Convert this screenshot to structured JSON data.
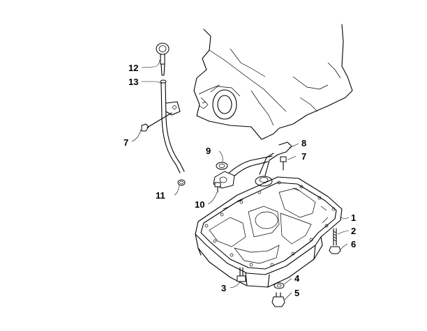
{
  "diagram": {
    "callouts": [
      {
        "id": "c1",
        "label": "1"
      },
      {
        "id": "c2",
        "label": "2"
      },
      {
        "id": "c3",
        "label": "3"
      },
      {
        "id": "c4",
        "label": "4"
      },
      {
        "id": "c5",
        "label": "5"
      },
      {
        "id": "c6",
        "label": "6"
      },
      {
        "id": "c7a",
        "label": "7"
      },
      {
        "id": "c7b",
        "label": "7"
      },
      {
        "id": "c8",
        "label": "8"
      },
      {
        "id": "c9",
        "label": "9"
      },
      {
        "id": "c10",
        "label": "10"
      },
      {
        "id": "c11",
        "label": "11"
      },
      {
        "id": "c12",
        "label": "12"
      },
      {
        "id": "c13",
        "label": "13"
      }
    ]
  }
}
